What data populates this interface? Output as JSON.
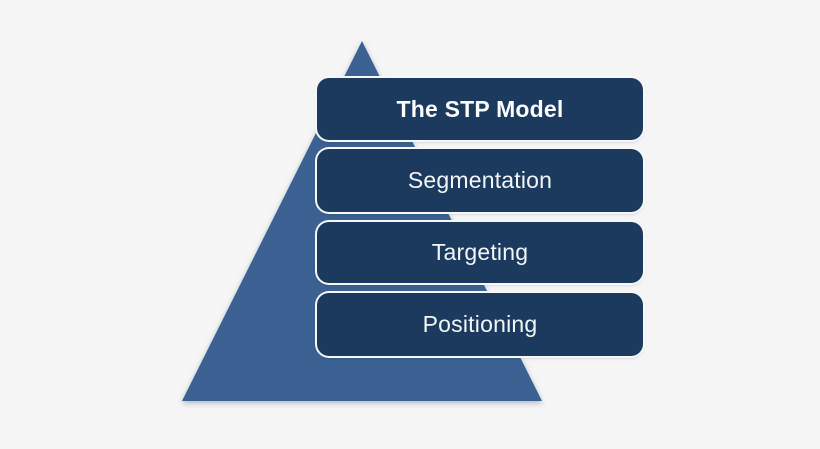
{
  "diagram": {
    "type": "pyramid-list",
    "title": {
      "label": "The STP Model"
    },
    "items": [
      {
        "label": "Segmentation"
      },
      {
        "label": "Targeting"
      },
      {
        "label": "Positioning"
      }
    ],
    "colors": {
      "background": "#f5f5f6",
      "triangle": "#3a6191",
      "bar": "#1c3a5e",
      "halo": "#f6f7f8",
      "text": "#f3f6f8",
      "title_text": "#fbfcfd"
    }
  }
}
